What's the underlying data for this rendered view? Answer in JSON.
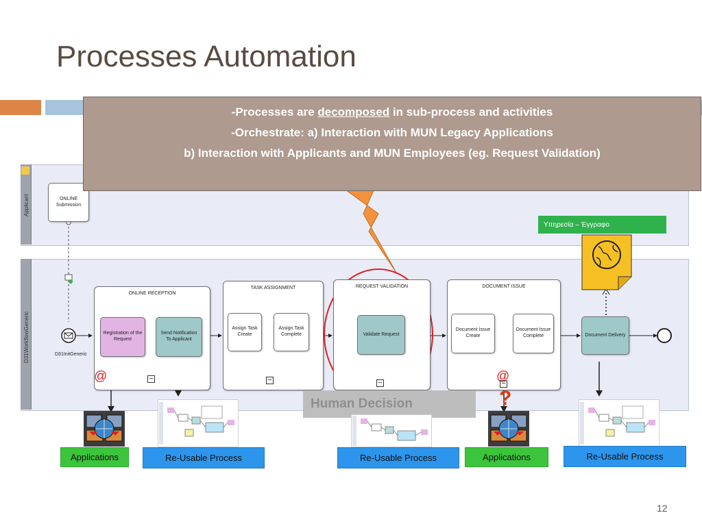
{
  "slide": {
    "title": "Processes Automation",
    "page_number": "12"
  },
  "callout": {
    "line1_pre": "-Processes are ",
    "line1_underlined": "decomposed",
    "line1_post": " in sub-process and activities",
    "line2": "-Orchestrate: a) Interaction with MUN Legacy Applications",
    "line3": "b) Interaction with Applicants and MUN Employees (eg. Request Validation)"
  },
  "lanes": {
    "applicant": "Applicant",
    "system": "D31WorkflowGeneric"
  },
  "diagram": {
    "start_task": "ONLINE Submission",
    "start_event_label": "D31InitGeneric",
    "subprocesses": [
      {
        "title": "ONLINE RECEPTION",
        "tasks": [
          "Registration of the Request",
          "Send Notification To Applicant"
        ]
      },
      {
        "title": "TASK ASSIGNMENT",
        "tasks": [
          "Assign Task Create",
          "Assign Task Complete"
        ]
      },
      {
        "title": "REQUEST VALIDATION",
        "tasks": [
          "Validate Request"
        ]
      },
      {
        "title": "DOCUMENT ISSUE",
        "tasks": [
          "Document Issue Create",
          "Document Issue Complete"
        ]
      }
    ],
    "delivery_task": "Document Delivery",
    "collapse_marker": "–"
  },
  "annotations": {
    "service_document": "Υπηρεσία – Έγγραφο",
    "human_decision": "Human Decision",
    "at_symbol": "@",
    "question_mark": "?"
  },
  "bottom_boxes": {
    "applications_1": "Applications",
    "reusable_1": "Re-Usable Process",
    "reusable_2": "Re-Usable Process",
    "applications_2": "Applications",
    "reusable_3": "Re-Usable Process"
  },
  "colors": {
    "title": "#5a4a42",
    "callout_bg": "#ae9a8e",
    "orange_bar": "#dd8447",
    "blue_bar": "#a7c4dd",
    "applications_green": "#3cc53c",
    "reusable_blue": "#2d95eb",
    "service_green": "#2fb24c",
    "document_yellow": "#f6c025",
    "highlight_red": "#e02020"
  }
}
